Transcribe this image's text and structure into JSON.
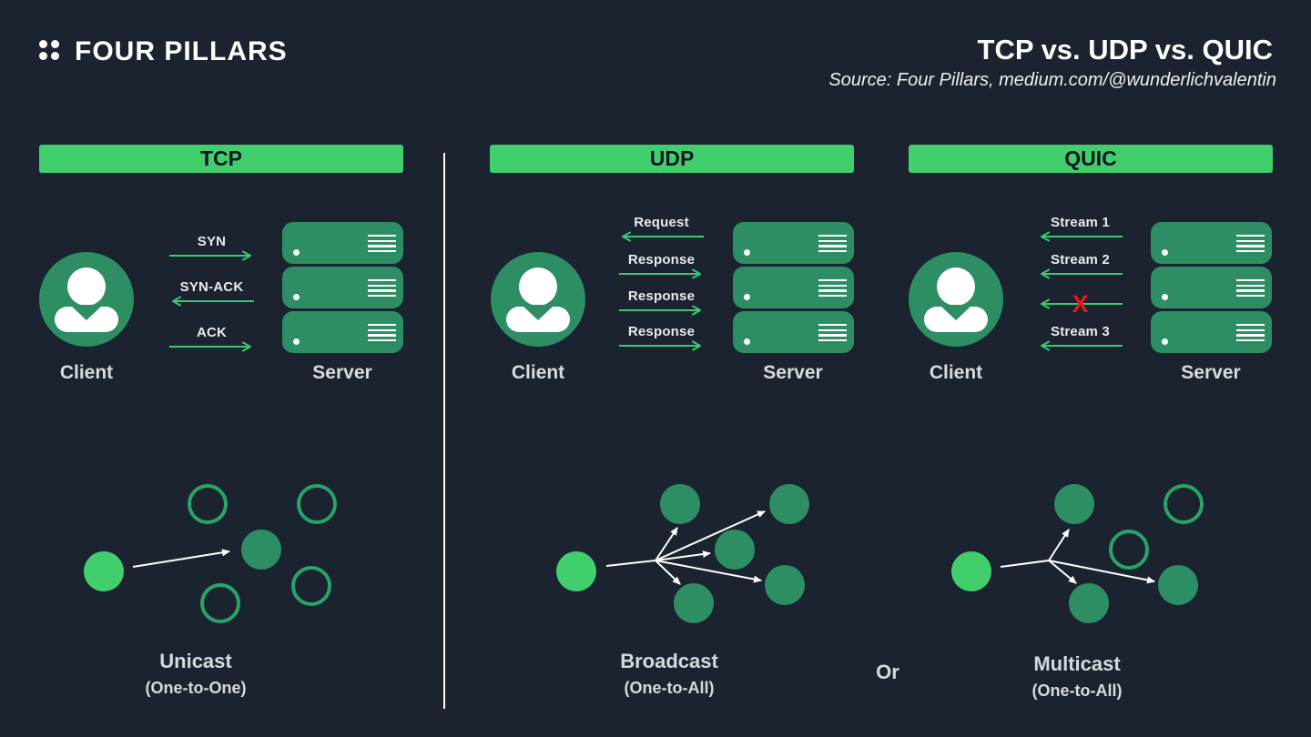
{
  "brand": {
    "logo_text": "FOUR PILLARS"
  },
  "header": {
    "title": "TCP vs. UDP vs. QUIC",
    "source": "Source: Four Pillars, medium.com/@wunderlichvalentin"
  },
  "columns": [
    {
      "name": "TCP",
      "client_label": "Client",
      "server_label": "Server",
      "arrows": [
        {
          "label": "SYN",
          "direction": "right"
        },
        {
          "label": "SYN-ACK",
          "direction": "left"
        },
        {
          "label": "ACK",
          "direction": "right"
        }
      ]
    },
    {
      "name": "UDP",
      "client_label": "Client",
      "server_label": "Server",
      "arrows": [
        {
          "label": "Request",
          "direction": "left"
        },
        {
          "label": "Response",
          "direction": "right"
        },
        {
          "label": "Response",
          "direction": "right"
        },
        {
          "label": "Response",
          "direction": "right"
        }
      ]
    },
    {
      "name": "QUIC",
      "client_label": "Client",
      "server_label": "Server",
      "arrows": [
        {
          "label": "Stream 1",
          "direction": "left"
        },
        {
          "label": "Stream 2",
          "direction": "left"
        },
        {
          "label": "",
          "direction": "left",
          "marker": "X"
        },
        {
          "label": "Stream 3",
          "direction": "left"
        }
      ]
    }
  ],
  "footer": {
    "unicast": {
      "title": "Unicast",
      "subtitle": "(One-to-One)"
    },
    "broadcast": {
      "title": "Broadcast",
      "subtitle": "(One-to-All)"
    },
    "or_label": "Or",
    "multicast": {
      "title": "Multicast",
      "subtitle": "(One-to-All)"
    }
  },
  "colors": {
    "background": "#1b2330",
    "accent_green": "#41cf6e",
    "node_green": "#2e8e63",
    "ring_green": "#28a466",
    "arrow_green": "#3cc874",
    "error_red": "#e8191f"
  }
}
